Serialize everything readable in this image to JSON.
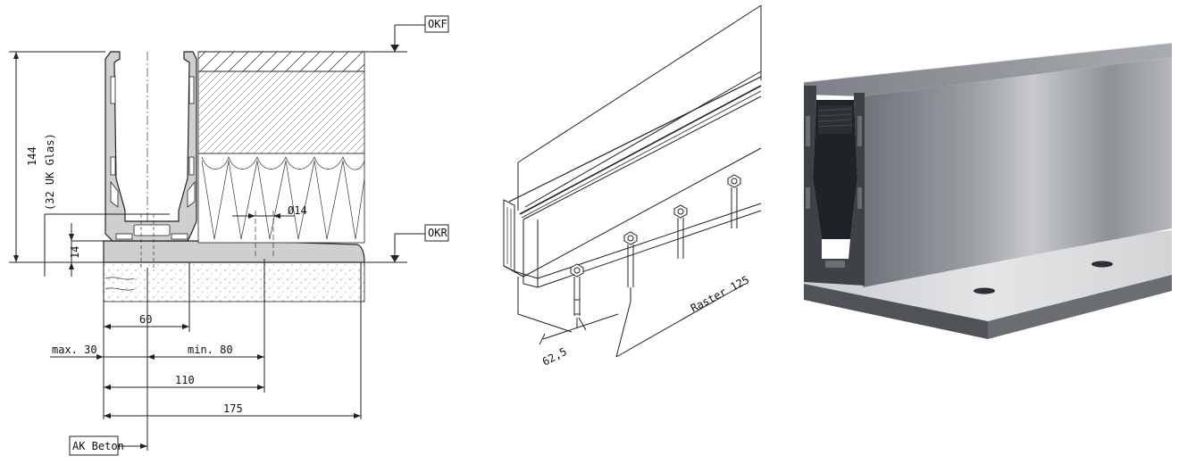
{
  "section": {
    "label_okf": "OKF",
    "label_okr": "OKR",
    "label_ak_beton": "AK Beton",
    "dim_144": "144",
    "dim_32_uk_glas": "(32 UK Glas)",
    "dim_14_height": "14",
    "dim_diameter_14": "Ø14",
    "dim_60": "60",
    "dim_max_30": "max. 30",
    "dim_min_80": "min. 80",
    "dim_110": "110",
    "dim_175": "175"
  },
  "isometric": {
    "dim_62_5": "62,5",
    "dim_raster_125": "Raster 125"
  },
  "colors": {
    "profile_fill": "#d0d0d0",
    "concrete_fill": "#e8e8e8",
    "render_dark": "#5a5d62",
    "render_light": "#d9dbdd"
  }
}
